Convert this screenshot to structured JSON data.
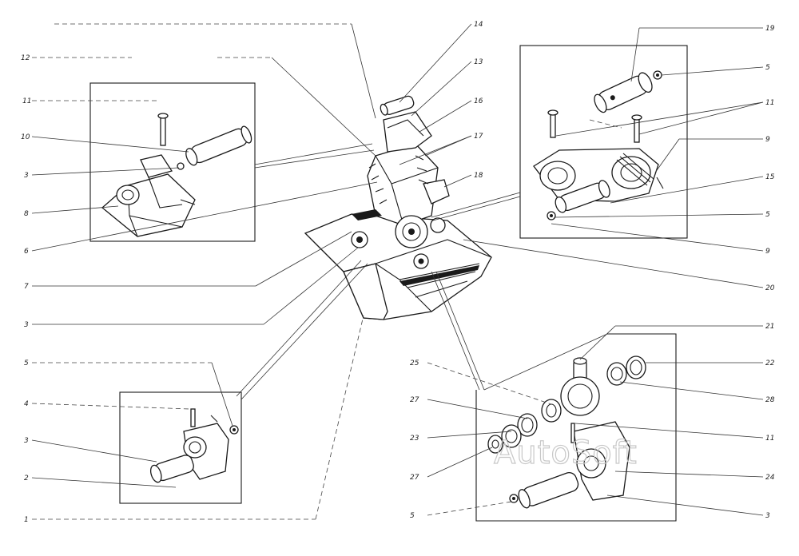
{
  "callouts": [
    {
      "id": "l12",
      "text": "12"
    },
    {
      "id": "l11a",
      "text": "11"
    },
    {
      "id": "l10",
      "text": "10"
    },
    {
      "id": "l3a",
      "text": "3"
    },
    {
      "id": "l8a",
      "text": "8"
    },
    {
      "id": "l6",
      "text": "6"
    },
    {
      "id": "l7",
      "text": "7"
    },
    {
      "id": "l3b",
      "text": "3"
    },
    {
      "id": "l5a",
      "text": "5"
    },
    {
      "id": "l4",
      "text": "4"
    },
    {
      "id": "l3c",
      "text": "3"
    },
    {
      "id": "l2",
      "text": "2"
    },
    {
      "id": "l1",
      "text": "1"
    },
    {
      "id": "l14",
      "text": "14"
    },
    {
      "id": "l13",
      "text": "13"
    },
    {
      "id": "l16",
      "text": "16"
    },
    {
      "id": "l17",
      "text": "17"
    },
    {
      "id": "l18",
      "text": "18"
    },
    {
      "id": "l19",
      "text": "19"
    },
    {
      "id": "l5b",
      "text": "5"
    },
    {
      "id": "l11b",
      "text": "11"
    },
    {
      "id": "l9a",
      "text": "9"
    },
    {
      "id": "l15",
      "text": "15"
    },
    {
      "id": "l5c",
      "text": "5"
    },
    {
      "id": "l9b",
      "text": "9"
    },
    {
      "id": "l20",
      "text": "20"
    },
    {
      "id": "l21",
      "text": "21"
    },
    {
      "id": "l22",
      "text": "22"
    },
    {
      "id": "l25",
      "text": "25"
    },
    {
      "id": "l28",
      "text": "28"
    },
    {
      "id": "l27a",
      "text": "27"
    },
    {
      "id": "l23",
      "text": "23"
    },
    {
      "id": "l11c",
      "text": "11"
    },
    {
      "id": "l27b",
      "text": "27"
    },
    {
      "id": "l24",
      "text": "24"
    },
    {
      "id": "l5d",
      "text": "5"
    },
    {
      "id": "l3d",
      "text": "3"
    }
  ],
  "watermark": "AutoSoft"
}
